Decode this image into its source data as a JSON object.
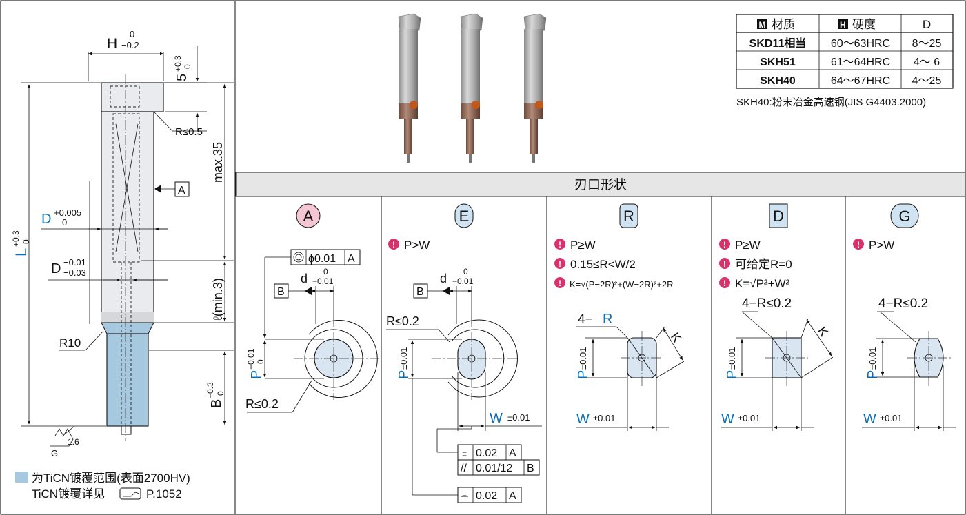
{
  "left_drawing": {
    "dim_H": "H",
    "dim_H_tol_upper": "0",
    "dim_H_tol_lower": "−0.2",
    "dim_5": "5",
    "dim_5_tol_upper": "+0.3",
    "dim_5_tol_lower": "0",
    "r_head": "R≤0.5",
    "max35": "max.35",
    "datum_a": "A",
    "dim_L": "L",
    "dim_L_tol_upper": "+0.3",
    "dim_L_tol_lower": "0",
    "dim_D": "D",
    "dim_D_tol_upper": "+0.005",
    "dim_D_tol_lower": "0",
    "dim_D2": "D",
    "dim_D2_tol_upper": "−0.01",
    "dim_D2_tol_lower": "−0.03",
    "dim_l": "ℓ(min.3)",
    "r10": "R10",
    "dim_B": "B",
    "dim_B_tol_upper": "+0.3",
    "dim_B_tol_lower": "0",
    "surface_g": "G",
    "surface_val": "1.6",
    "coating_note": "为TiCN镀覆范围(表面2700HV)",
    "coating_detail": "TiCN镀覆详见",
    "coating_page": "P.1052",
    "coating_color": "#a7c9df"
  },
  "material_table": {
    "headers": [
      "材质",
      "硬度",
      "D"
    ],
    "header_badges": [
      "M",
      "H"
    ],
    "rows": [
      [
        "SKD11相当",
        "60〜63HRC",
        "8〜25"
      ],
      [
        "SKH51",
        "61〜64HRC",
        "4〜  6"
      ],
      [
        "SKH40",
        "64〜67HRC",
        "4〜25"
      ]
    ],
    "footnote": "SKH40:粉末冶金高速钢(JIS G4403.2000)"
  },
  "section_title": "刃口形状",
  "shapes": [
    {
      "letter": "A",
      "badge_color": "#f4c7d3",
      "conditions": []
    },
    {
      "letter": "E",
      "badge_color": "#cfe3f2",
      "conditions": [
        "P>W"
      ]
    },
    {
      "letter": "R",
      "badge_color": "#cfe3f2",
      "conditions": [
        "P≥W",
        "0.15≤R<W/2",
        "K=√(P−2R)²+(W−2R)²+2R"
      ]
    },
    {
      "letter": "D",
      "badge_color": "#cfe3f2",
      "conditions": [
        "P≥W",
        "可给定R=0",
        "K=√P²+W²"
      ]
    },
    {
      "letter": "G",
      "badge_color": "#cfe3f2",
      "conditions": [
        "P>W"
      ]
    }
  ],
  "shape_a": {
    "tol_phi": "ϕ0.01",
    "datum_a": "A",
    "datum_b": "B",
    "dim_d": "d",
    "dim_d_tol_upper": "0",
    "dim_d_tol_lower": "−0.01",
    "dim_p": "P",
    "dim_p_tol_upper": "+0.01",
    "dim_p_tol_lower": "0",
    "r_label": "R≤0.2"
  },
  "shape_e": {
    "datum_b": "B",
    "dim_d": "d",
    "dim_d_tol_upper": "0",
    "dim_d_tol_lower": "−0.01",
    "r_label": "R≤0.2",
    "dim_p": "P",
    "dim_p_tol": "±0.01",
    "dim_w": "W",
    "dim_w_tol": "±0.01",
    "tol1_val": "0.02",
    "tol1_ref": "A",
    "tol2_val": "0.01/12",
    "tol2_ref": "B",
    "tol3_val": "0.02",
    "tol3_ref": "A"
  },
  "shape_r": {
    "corner_prefix": "4−",
    "corner_r": "R",
    "dim_k": "K",
    "dim_p": "P",
    "dim_p_tol": "±0.01",
    "dim_w": "W",
    "dim_w_tol": "±0.01"
  },
  "shape_d": {
    "corner_label": "4−R≤0.2",
    "dim_k": "K",
    "dim_p": "P",
    "dim_p_tol": "±0.01",
    "dim_w": "W",
    "dim_w_tol": "±0.01"
  },
  "shape_g": {
    "corner_label": "4−R≤0.2",
    "dim_p": "P",
    "dim_p_tol": "±0.01",
    "dim_w": "W",
    "dim_w_tol": "±0.01"
  },
  "colors": {
    "accent_blue": "#0b6fb8",
    "caution_pink": "#d6336c",
    "header_gray": "#e6e6e6",
    "shape_fill": "#d9e6f2"
  }
}
